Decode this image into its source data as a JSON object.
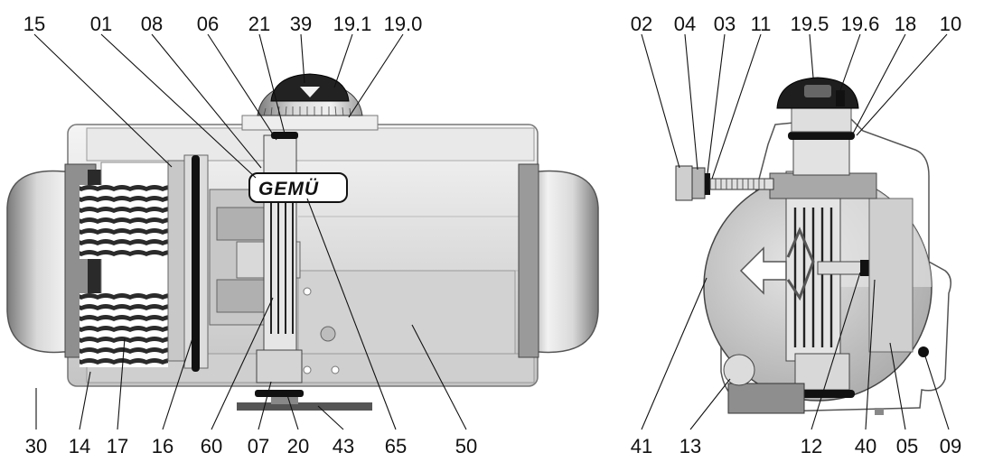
{
  "brand": "GEMÜ",
  "colors": {
    "body": "#d6d6d6",
    "dark": "#1a1a1a",
    "mid": "#9c9c9c",
    "light": "#efefef"
  },
  "labels": {
    "top_left": [
      "15",
      "01",
      "08",
      "06",
      "21",
      "39",
      "19.1",
      "19.0"
    ],
    "top_right": [
      "02",
      "04",
      "03",
      "11",
      "19.5",
      "19.6",
      "18",
      "10"
    ],
    "bottom_left": [
      "30",
      "14",
      "17",
      "16",
      "60",
      "07",
      "20",
      "43",
      "65",
      "50"
    ],
    "bottom_right": [
      "41",
      "13",
      "12",
      "40",
      "05",
      "09"
    ]
  }
}
